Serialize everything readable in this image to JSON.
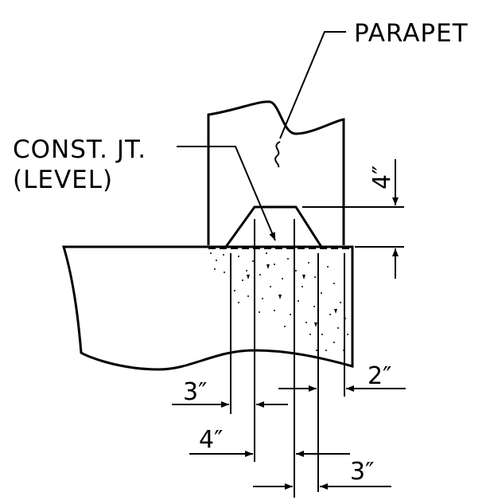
{
  "labels": {
    "parapet": "PARAPET",
    "const_jt_line1": "CONST. JT.",
    "const_jt_line2": "(LEVEL)"
  },
  "dimensions": {
    "key_height": "4″",
    "slab_edge_offset": "2″",
    "left_offset": "3″",
    "key_base_offset": "4″",
    "key_top_width": "3″"
  }
}
